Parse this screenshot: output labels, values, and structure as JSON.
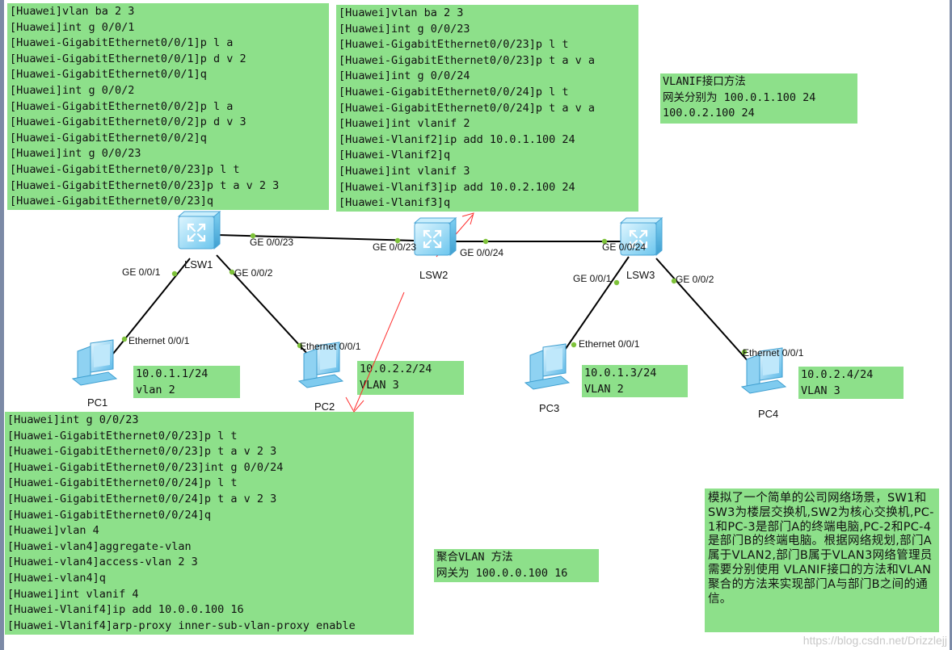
{
  "config_lsw1": [
    "[Huawei]vlan ba 2 3",
    "[Huawei]int g 0/0/1",
    "[Huawei-GigabitEthernet0/0/1]p l a",
    "[Huawei-GigabitEthernet0/0/1]p d v 2",
    "[Huawei-GigabitEthernet0/0/1]q",
    "[Huawei]int g 0/0/2",
    "[Huawei-GigabitEthernet0/0/2]p l a",
    "[Huawei-GigabitEthernet0/0/2]p d v 3",
    "[Huawei-GigabitEthernet0/0/2]q",
    "[Huawei]int g 0/0/23",
    "[Huawei-GigabitEthernet0/0/23]p l t",
    "[Huawei-GigabitEthernet0/0/23]p t a v 2 3",
    "[Huawei-GigabitEthernet0/0/23]q"
  ],
  "config_lsw2_vlanif": [
    "[Huawei]vlan ba 2 3",
    "[Huawei]int g 0/0/23",
    "[Huawei-GigabitEthernet0/0/23]p l t",
    "[Huawei-GigabitEthernet0/0/23]p t a v a",
    "[Huawei]int g 0/0/24",
    "[Huawei-GigabitEthernet0/0/24]p l t",
    "[Huawei-GigabitEthernet0/0/24]p t a v a",
    "[Huawei]int vlanif 2",
    "[Huawei-Vlanif2]ip add 10.0.1.100 24",
    "[Huawei-Vlanif2]q",
    "[Huawei]int vlanif 3",
    "[Huawei-Vlanif3]ip add 10.0.2.100 24",
    "[Huawei-Vlanif3]q"
  ],
  "vlanif_method": [
    "VLANIF接口方法",
    "网关分别为 100.0.1.100 24",
    "100.0.2.100 24"
  ],
  "config_aggregate": [
    "[Huawei]int g 0/0/23",
    "[Huawei-GigabitEthernet0/0/23]p l t",
    "[Huawei-GigabitEthernet0/0/23]p t a v 2 3",
    "[Huawei-GigabitEthernet0/0/23]int g 0/0/24",
    "[Huawei-GigabitEthernet0/0/24]p l t",
    "[Huawei-GigabitEthernet0/0/24]p t a v 2 3",
    "[Huawei-GigabitEthernet0/0/24]q",
    "[Huawei]vlan 4",
    "[Huawei-vlan4]aggregate-vlan",
    "[Huawei-vlan4]access-vlan 2 3",
    "[Huawei-vlan4]q",
    "[Huawei]int vlanif 4",
    "[Huawei-Vlanif4]ip add 10.0.0.100 16",
    "[Huawei-Vlanif4]arp-proxy inner-sub-vlan-proxy enable"
  ],
  "aggregate_method": [
    "聚合VLAN 方法",
    "网关为 100.0.0.100 16"
  ],
  "description": "模拟了一个简单的公司网络场景，SW1和SW3为楼层交换机,SW2为核心交换机,PC-1和PC-3是部门A的终端电脑,PC-2和PC-4是部门B的终端电脑。根据网络规划,部门A属于VLAN2,部门B属于VLAN3网络管理员需要分别使用 VLANIF接口的方法和VLAN聚合的方法来实现部门A与部门B之间的通信。",
  "pc_info": {
    "pc1": [
      "10.0.1.1/24",
      "vlan 2"
    ],
    "pc2": [
      "10.0.2.2/24",
      "VLAN 3"
    ],
    "pc3": [
      "10.0.1.3/24",
      "VLAN 2"
    ],
    "pc4": [
      "10.0.2.4/24",
      "VLAN 3"
    ]
  },
  "devices": {
    "lsw1": "LSW1",
    "lsw2": "LSW2",
    "lsw3": "LSW3",
    "pc1": "PC1",
    "pc2": "PC2",
    "pc3": "PC3",
    "pc4": "PC4"
  },
  "ports": {
    "lsw1_ge23": "GE 0/0/23",
    "lsw2_ge23": "GE 0/0/23",
    "lsw2_ge24": "GE 0/0/24",
    "lsw3_ge24": "GE 0/0/24",
    "lsw1_ge1": "GE 0/0/1",
    "lsw1_ge2": "GE 0/0/2",
    "lsw3_ge1": "GE 0/0/1",
    "lsw3_ge2": "GE 0/0/2",
    "pc1_eth": "Ethernet 0/0/1",
    "pc2_eth": "Ethernet 0/0/1",
    "pc3_eth": "Ethernet 0/0/1",
    "pc4_eth": "Ethernet 0/0/1"
  },
  "watermark": "https://blog.csdn.net/Drizzlejj",
  "colors": {
    "note_bg": "#8de08a",
    "link": "#000000",
    "port_dot": "#7ec23a",
    "arrow": "#ff3030"
  }
}
